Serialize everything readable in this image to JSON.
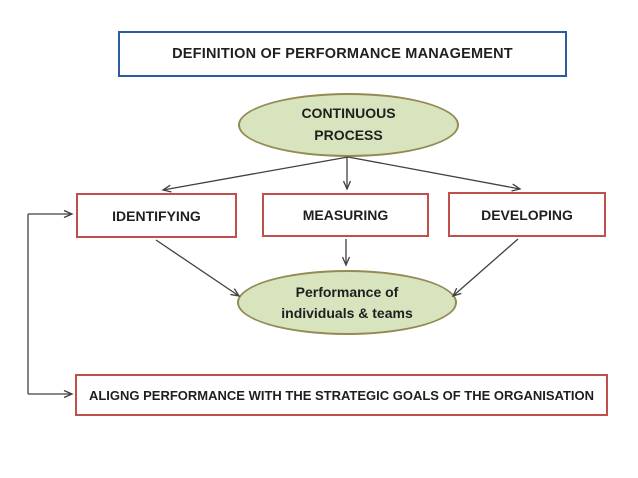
{
  "diagram": {
    "title": "DEFINITION OF PERFORMANCE MANAGEMENT",
    "top_ellipse": {
      "line1": "CONTINUOUS",
      "line2": "PROCESS"
    },
    "boxes": [
      {
        "label": "IDENTIFYING"
      },
      {
        "label": "MEASURING"
      },
      {
        "label": "DEVELOPING"
      }
    ],
    "outcome_ellipse": {
      "line1": "Performance of",
      "line2": "individuals & teams"
    },
    "bottom_banner": "ALIGNG PERFORMANCE WITH THE STRATEGIC GOALS OF THE ORGANISATION",
    "colors": {
      "title_border": "#2e5b9c",
      "process_box_border": "#c0504d",
      "ellipse_fill": "#d7e4bd",
      "ellipse_border": "#948a54",
      "connector": "#404040",
      "text": "#1f1f1f",
      "background": "#ffffff"
    }
  }
}
